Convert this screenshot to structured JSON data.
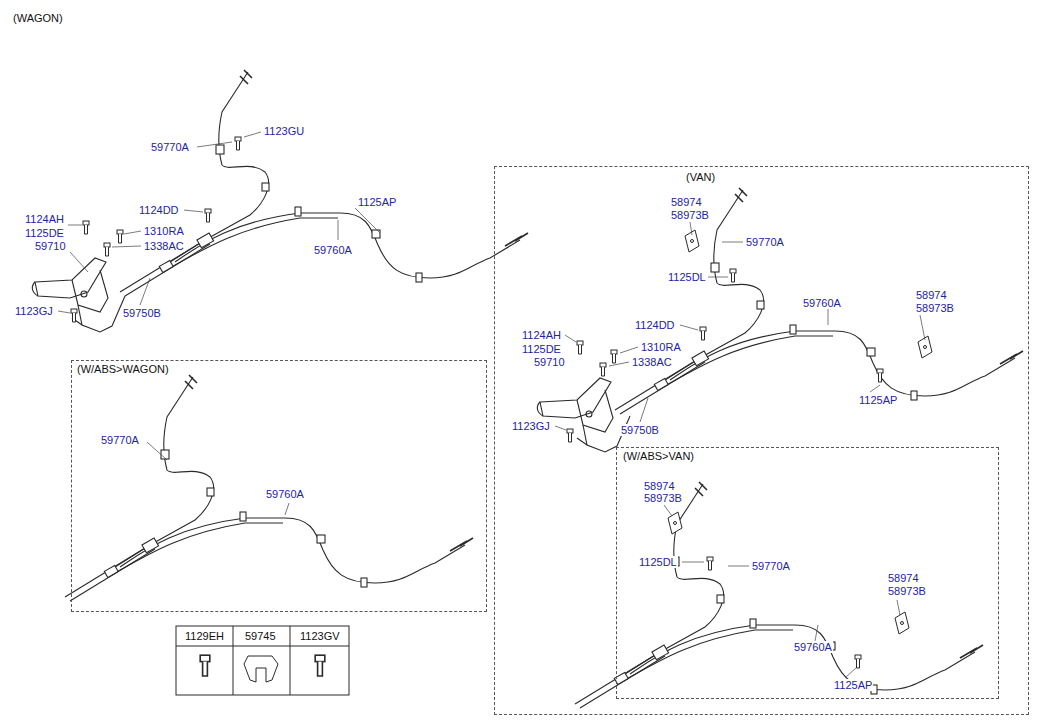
{
  "diagram": {
    "nodes": [
      {
        "text": [
          "(W/ABS>WAGON)"
        ]
      },
      {
        "text": [
          "(VAN)"
        ]
      },
      {
        "text": [
          "(W/ABS>VAN)"
        ],
        "in": 1
      }
    ],
    "labels": [
      "(WAGON)",
      "59770A",
      "1123GU",
      "1124DD",
      "1125AP",
      "1124AH",
      "1125DE",
      "59710",
      "1310RA",
      "1338AC",
      "59760A",
      "1123GJ",
      "59750B",
      "59770A",
      "59760A",
      "1129EH",
      "59745",
      "1123GV",
      "58974",
      "58973B",
      "59770A",
      "1125DL",
      "58974",
      "58973B",
      "59760A",
      "1124DD",
      "1124AH",
      "1125DE",
      "1310RA",
      "59710",
      "1338AC",
      "1125AP",
      "1123GJ",
      "59750B",
      "58974",
      "58973B",
      "1125DL",
      "59770A",
      "58974",
      "58973B",
      "59760A",
      "1125AP"
    ]
  }
}
